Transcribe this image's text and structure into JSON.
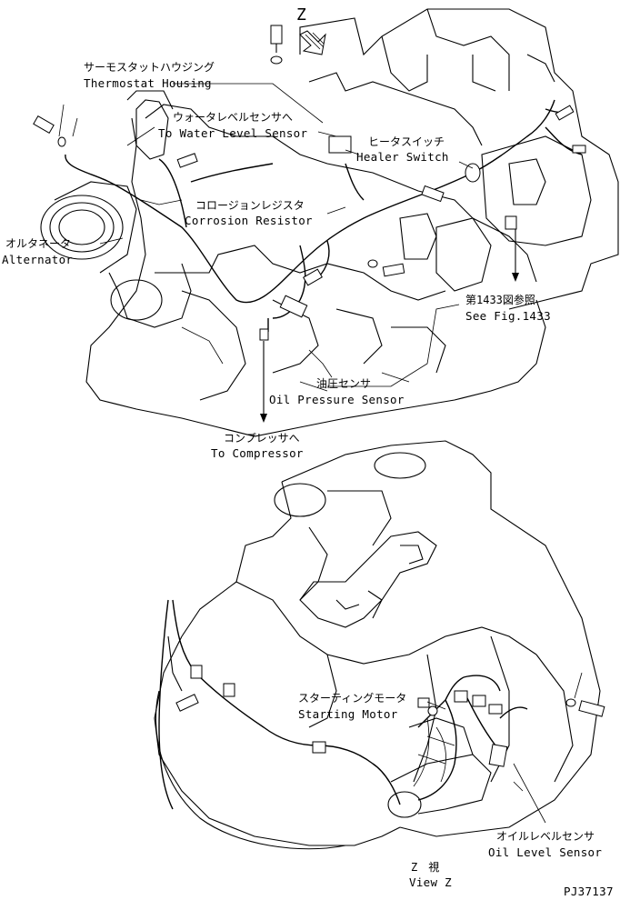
{
  "view_marker": "Z",
  "labels": {
    "thermostat_housing": {
      "jp": "サーモスタットハウジング",
      "en": "Thermostat Housing"
    },
    "water_level_sensor": {
      "jp": "ウォータレベルセンサへ",
      "en": "To Water Level Sensor"
    },
    "heater_switch": {
      "jp": "ヒータスイッチ",
      "en": "Healer Switch"
    },
    "corrosion_resistor": {
      "jp": "コロージョンレジスタ",
      "en": "Corrosion Resistor"
    },
    "alternator": {
      "jp": "オルタネータ",
      "en": "Alternator"
    },
    "see_fig": {
      "jp": "第1433図参照",
      "en": "See Fig.1433"
    },
    "oil_pressure_sensor": {
      "jp": "油圧センサ",
      "en": "Oil Pressure Sensor"
    },
    "compressor": {
      "jp": "コンプレッサへ",
      "en": "To Compressor"
    },
    "starting_motor": {
      "jp": "スターティングモータ",
      "en": "Starting Motor"
    },
    "oil_level_sensor": {
      "jp": "オイルレベルセンサ",
      "en": "Oil Level Sensor"
    },
    "view_z": {
      "jp": "Z　視",
      "en": "View Z"
    }
  },
  "drawing_number": "PJ37137"
}
